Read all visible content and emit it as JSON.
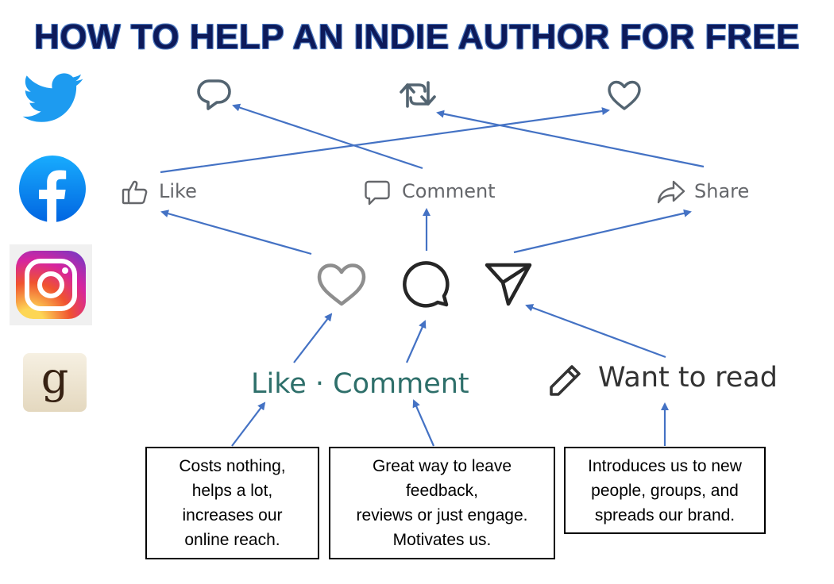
{
  "title": "HOW TO HELP AN INDIE AUTHOR FOR FREE",
  "platforms": [
    "twitter-logo",
    "facebook-logo",
    "instagram-logo",
    "goodreads-logo"
  ],
  "twitter": {
    "icons": [
      "reply-icon",
      "retweet-icon",
      "heart-icon"
    ]
  },
  "facebook": {
    "like": "Like",
    "comment": "Comment",
    "share": "Share"
  },
  "instagram": {
    "icons": [
      "heart-outline-icon",
      "comment-bubble-icon",
      "send-plane-icon"
    ]
  },
  "goodreads": {
    "like_comment": "Like · Comment",
    "want_to_read": "Want to read"
  },
  "boxes": {
    "box1": [
      "Costs nothing,",
      "helps a lot,",
      "increases our",
      "online reach."
    ],
    "box2": [
      "Great way to leave",
      "feedback,",
      "reviews or just engage.",
      "Motivates us."
    ],
    "box3": [
      "Introduces us to new",
      "people, groups, and",
      "spreads our brand."
    ]
  },
  "colors": {
    "arrow": "#4472c4",
    "twitter": "#1d9bf0",
    "facebook": "#1877f2",
    "title": "#0d1a5a",
    "goodreads_text": "#2e6f6a"
  }
}
